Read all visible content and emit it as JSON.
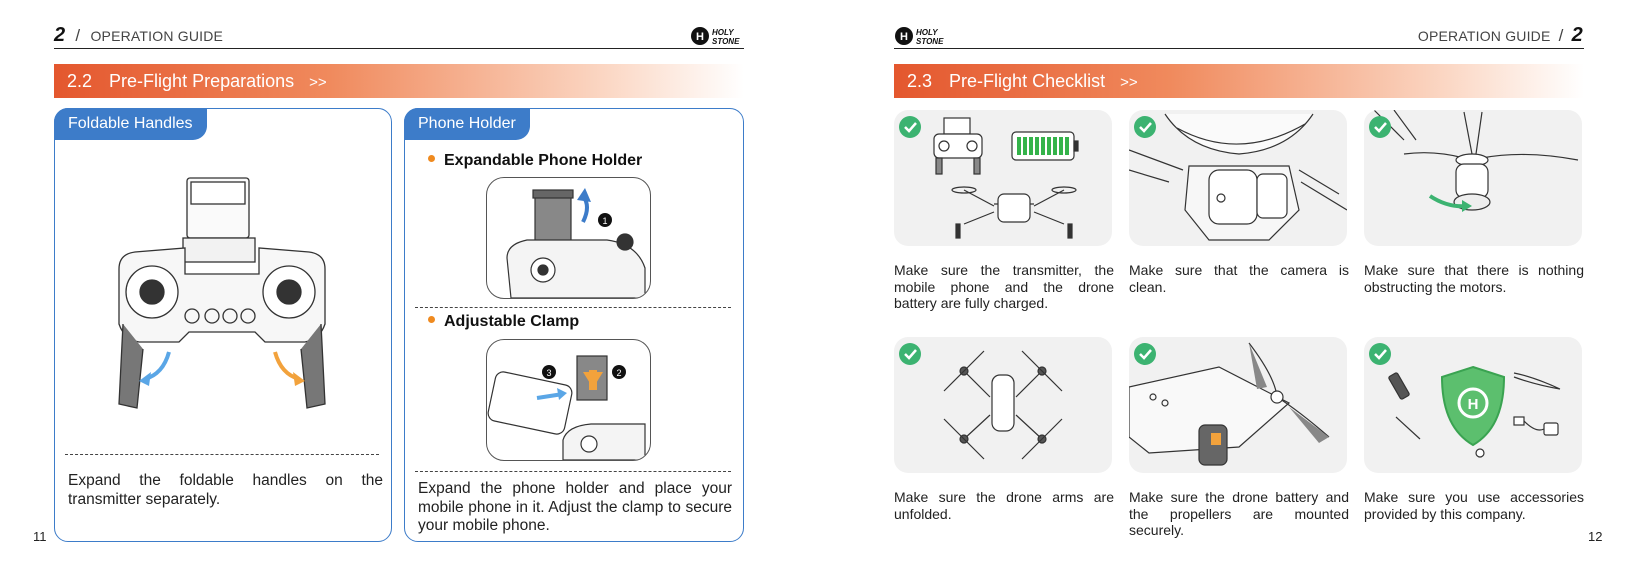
{
  "left_page": {
    "chapter_number": "2",
    "slash": "/",
    "header_title": "OPERATION GUIDE",
    "logo_text": "HOLY STONE",
    "section_number": "2.2",
    "section_title": "Pre-Flight Preparations",
    "section_arrows": ">>",
    "panel_handles": {
      "tab_label": "Foldable Handles",
      "description": "Expand the foldable handles on the transmitter separately."
    },
    "panel_phone": {
      "tab_label": "Phone Holder",
      "bullet1": "Expandable Phone Holder",
      "bullet2": "Adjustable Clamp",
      "marker1": "1",
      "marker2": "2",
      "marker3": "3",
      "description": "Expand the phone holder and place your mobile phone in it. Adjust the clamp to secure your mobile phone."
    },
    "page_number": "11"
  },
  "right_page": {
    "chapter_number": "2",
    "slash": "/",
    "header_title": "OPERATION GUIDE",
    "logo_text": "HOLY STONE",
    "section_number": "2.3",
    "section_title": "Pre-Flight Checklist",
    "section_arrows": ">>",
    "checklist": [
      {
        "icon": "charged-devices-illustration",
        "caption": "Make sure the transmitter, the mobile phone and the drone battery are fully charged."
      },
      {
        "icon": "camera-clean-illustration",
        "caption": "Make sure that the camera is clean."
      },
      {
        "icon": "motor-illustration",
        "caption": "Make sure that there is nothing obstructing the motors."
      },
      {
        "icon": "unfolded-arms-illustration",
        "caption": "Make sure the drone arms are unfolded."
      },
      {
        "icon": "battery-propeller-illustration",
        "caption": "Make sure the drone battery and the propellers are mounted securely."
      },
      {
        "icon": "accessories-shield-illustration",
        "caption": "Make sure you use accessories provided by this company."
      }
    ],
    "page_number": "12"
  },
  "colors": {
    "section_bar": "#e4572e",
    "panel_blue": "#3d7cc9",
    "check_green": "#3cb371",
    "bullet_orange": "#ef8a1f"
  }
}
